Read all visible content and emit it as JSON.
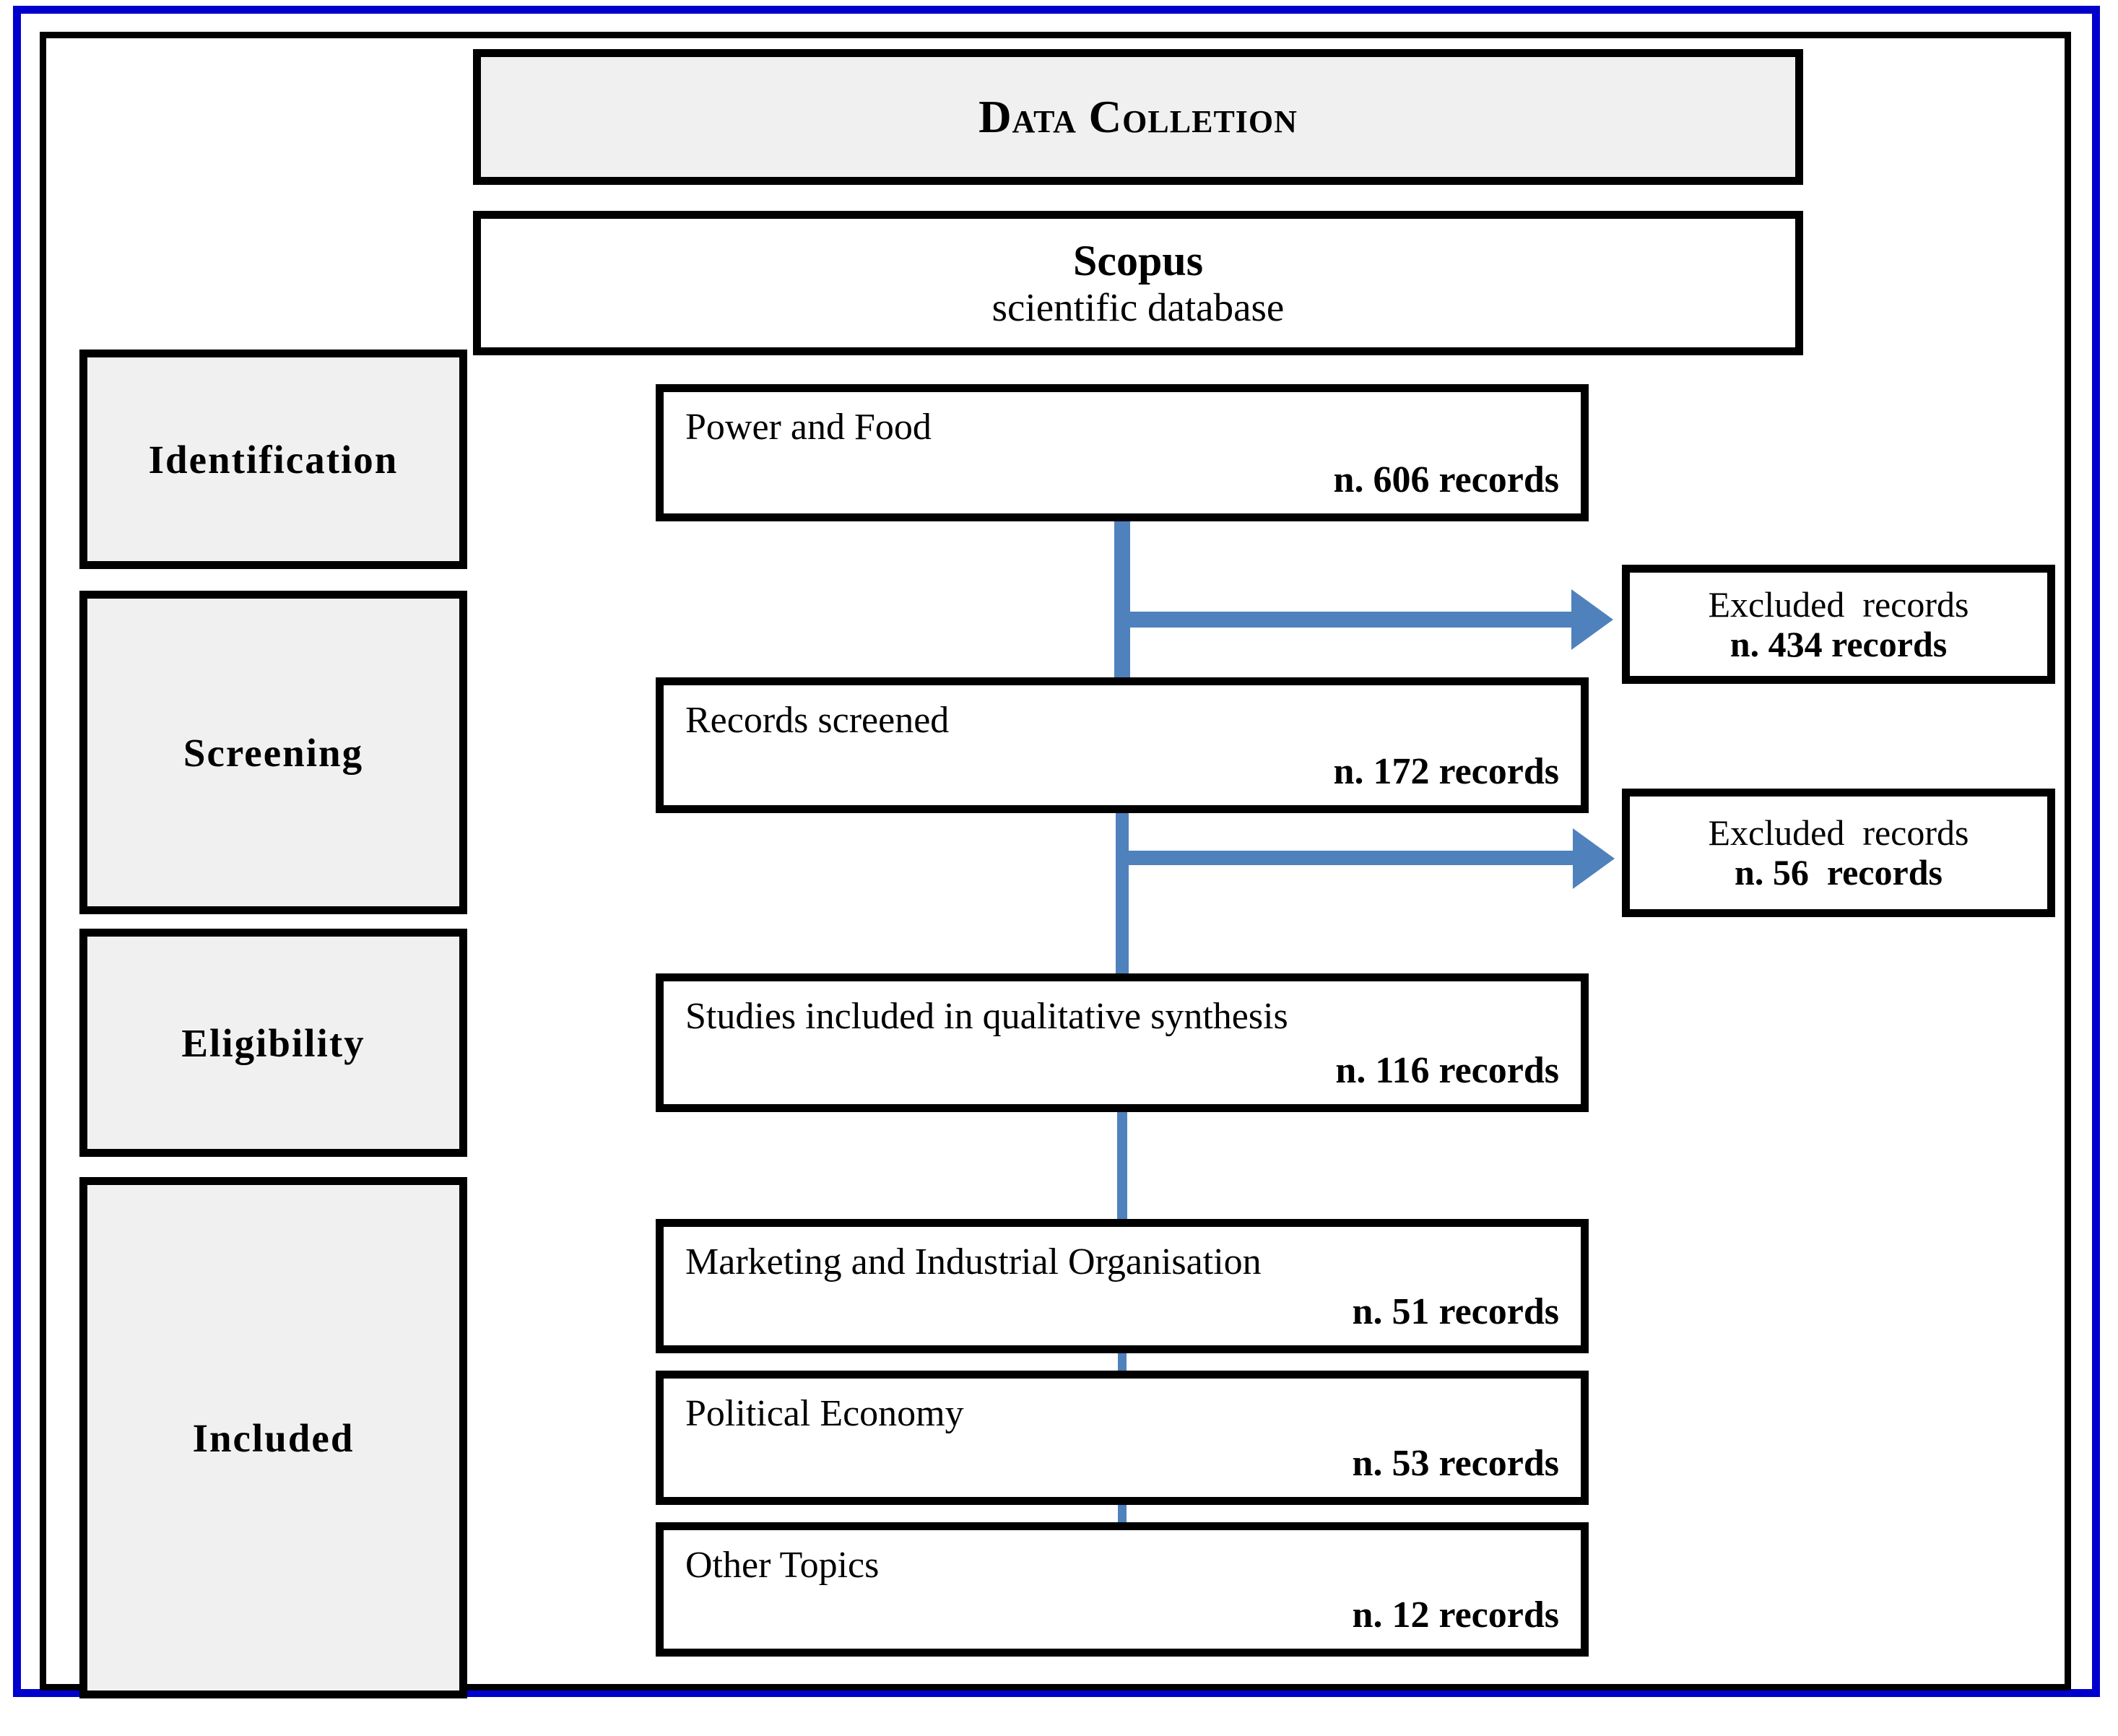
{
  "figure": {
    "type": "prisma-flow-diagram",
    "frame_color": "#0000CC",
    "connector_color": "#4F81BD",
    "stage_fill": "#F0F0F0"
  },
  "header": {
    "title": "Data Colletion"
  },
  "source": {
    "name": "Scopus",
    "description": "scientific database"
  },
  "stages": [
    {
      "id": "identification",
      "label": "Identification"
    },
    {
      "id": "screening",
      "label": "Screening"
    },
    {
      "id": "eligibility",
      "label": "Eligibility"
    },
    {
      "id": "included",
      "label": "Included"
    }
  ],
  "flow": [
    {
      "id": "power-and-food",
      "title": "Power and Food",
      "count": "n. 606 records",
      "records": 606
    },
    {
      "id": "records-screened",
      "title": "Records screened",
      "count": "n. 172 records",
      "records": 172
    },
    {
      "id": "studies-included",
      "title": "Studies included in qualitative synthesis",
      "count": "n. 116 records",
      "records": 116
    },
    {
      "id": "marketing",
      "title": "Marketing and Industrial Organisation",
      "count": "n. 51 records",
      "records": 51
    },
    {
      "id": "political",
      "title": "Political Economy",
      "count": "n. 53 records",
      "records": 53
    },
    {
      "id": "other-topics",
      "title": "Other Topics",
      "count": "n. 12 records",
      "records": 12
    }
  ],
  "excluded": [
    {
      "id": "excluded-1",
      "title": "Excluded  records",
      "count": "n. 434 records",
      "records": 434
    },
    {
      "id": "excluded-2",
      "title": "Excluded  records",
      "count": "n. 56  records",
      "records": 56
    }
  ]
}
